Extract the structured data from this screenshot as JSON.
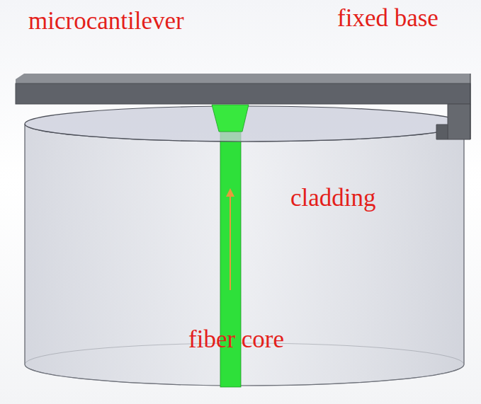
{
  "diagram": {
    "labels": [
      "microcantilever",
      "fixed base",
      "cladding",
      "fiber core"
    ]
  }
}
